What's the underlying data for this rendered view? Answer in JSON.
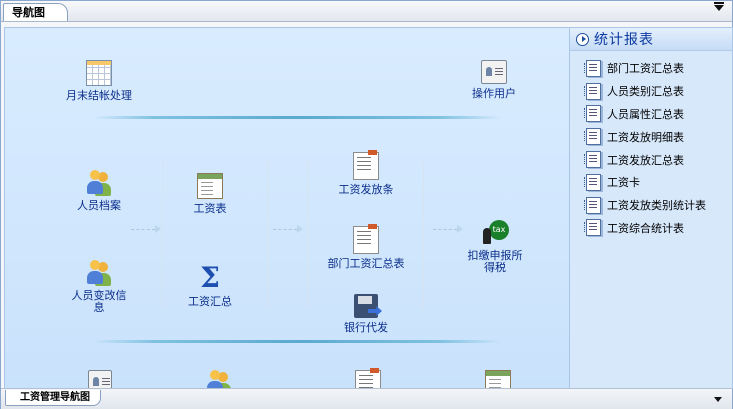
{
  "top_tab": {
    "label": "导航图"
  },
  "bottom_tab": {
    "label": "工资管理导航图"
  },
  "canvas": {
    "nodes": {
      "month_end": "月末结帐处理",
      "operator": "操作用户",
      "staff_file": "人员档案",
      "staff_change": "人员变改信息",
      "salary_sheet": "工资表",
      "salary_summary": "工资汇总",
      "pay_slip": "工资发放条",
      "dept_summary": "部门工资汇总表",
      "bank_pay": "银行代发",
      "tax_report": "扣缴申报所得税"
    }
  },
  "side_panel": {
    "title": "统计报表",
    "items": [
      {
        "label": "部门工资汇总表"
      },
      {
        "label": "人员类别汇总表"
      },
      {
        "label": "人员属性汇总表"
      },
      {
        "label": "工资发放明细表"
      },
      {
        "label": "工资发放汇总表"
      },
      {
        "label": "工资卡"
      },
      {
        "label": "工资发放类别统计表"
      },
      {
        "label": "工资综合统计表"
      }
    ]
  },
  "icons": {
    "menu": "dropdown-menu-icon",
    "calendar": "calendar-icon",
    "card": "id-card-icon",
    "people": "people-icon",
    "sheet": "spreadsheet-icon",
    "sigma": "sigma-icon",
    "print": "printed-form-icon",
    "disk": "save-disk-icon",
    "tax": "tax-icon",
    "report": "report-icon"
  }
}
